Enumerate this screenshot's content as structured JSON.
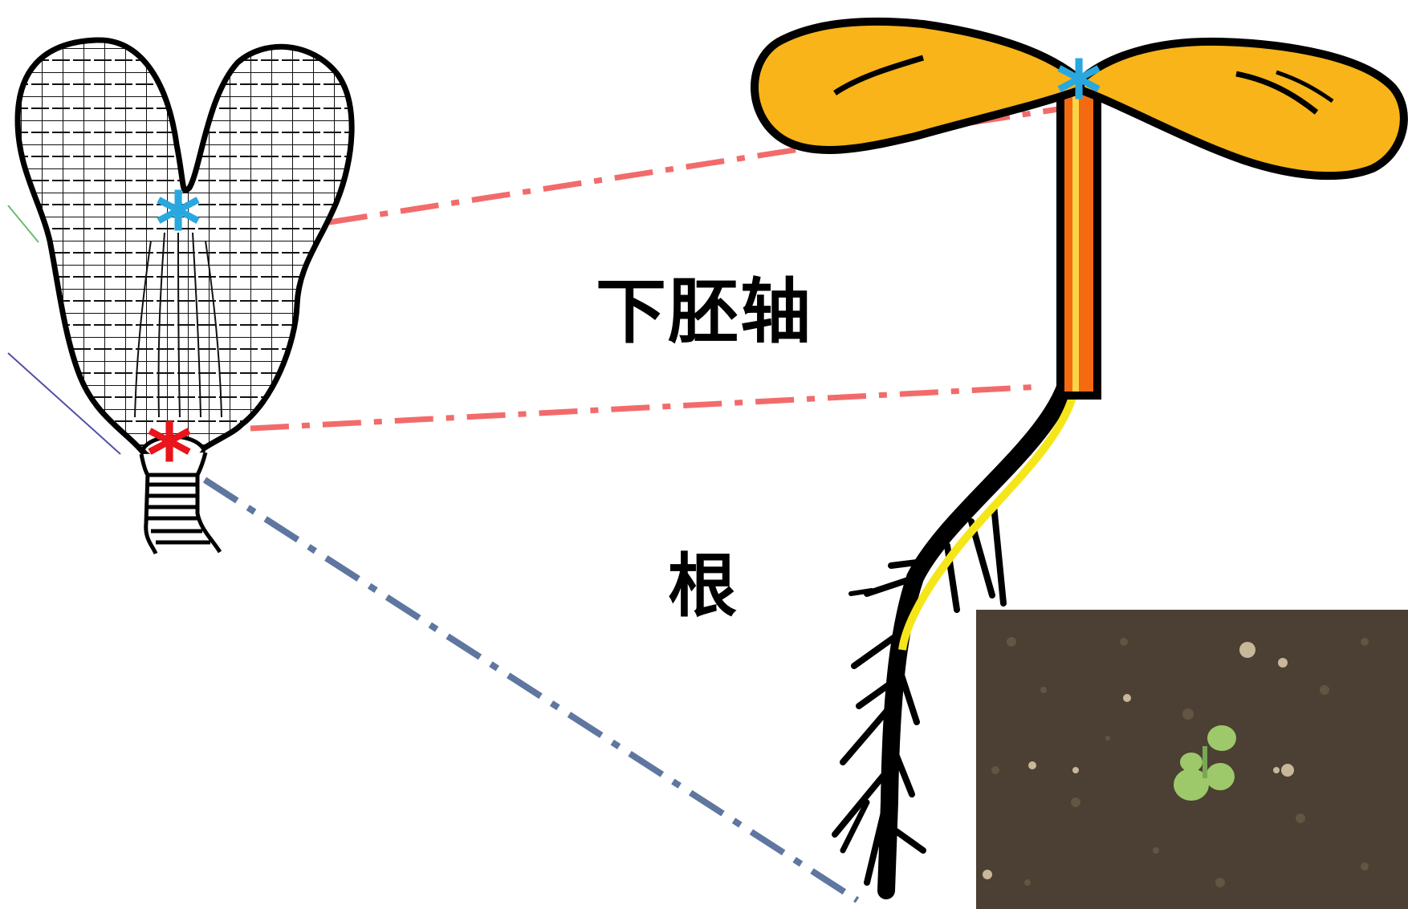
{
  "labels": {
    "hypocotyl": "下胚轴",
    "root": "根"
  },
  "markers": {
    "shoot_meristem": "*",
    "root_meristem": "*"
  },
  "colors": {
    "shoot_marker": "#29a8e0",
    "root_marker": "#e8151b",
    "hypocotyl_guide": "#f26b6b",
    "root_guide": "#5f77a0",
    "cotyledon_fill": "#f8b418",
    "hypocotyl_stripe": "#f36a10",
    "root_stripe": "#f5e61a",
    "soil": "#4b4033",
    "seedling_green": "#9ec96a"
  },
  "images": {
    "embryo": "heart-stage-embryo-drawing",
    "seedling": "seedling-drawing",
    "photo": "soil-seedling-photo"
  }
}
